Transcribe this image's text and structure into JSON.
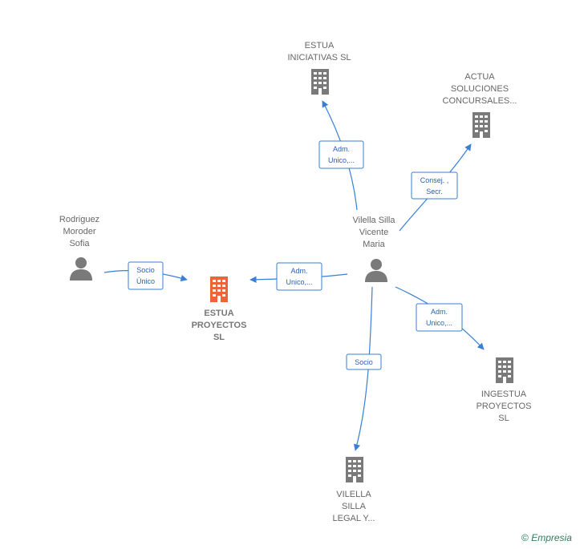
{
  "nodes": {
    "estua_iniciativas": {
      "type": "company",
      "lines": [
        "ESTUA",
        "INICIATIVAS  SL"
      ]
    },
    "actua_soluciones": {
      "type": "company",
      "lines": [
        "ACTUA",
        "SOLUCIONES",
        "CONCURSALES..."
      ]
    },
    "vilella_silla": {
      "type": "person",
      "lines": [
        "Vilella Silla",
        "Vicente",
        "Maria"
      ]
    },
    "rodriguez_moroder": {
      "type": "person",
      "lines": [
        "Rodriguez",
        "Moroder",
        "Sofia"
      ]
    },
    "estua_proyectos": {
      "type": "company",
      "highlight": true,
      "lines": [
        "ESTUA",
        "PROYECTOS",
        "SL"
      ]
    },
    "ingestua_proyectos": {
      "type": "company",
      "lines": [
        "INGESTUA",
        "PROYECTOS",
        "SL"
      ]
    },
    "vilella_silla_legal": {
      "type": "company",
      "lines": [
        "VILELLA",
        "SILLA",
        "LEGAL Y..."
      ]
    }
  },
  "edges": {
    "vilella_to_iniciativas": [
      "Adm.",
      "Unico,..."
    ],
    "vilella_to_actua": [
      "Consej. ,",
      "Secr."
    ],
    "vilella_to_proyectos": [
      "Adm.",
      "Unico,..."
    ],
    "rodriguez_to_proyectos": [
      "Socio",
      "Único"
    ],
    "vilella_to_ingestua": [
      "Adm.",
      "Unico,..."
    ],
    "vilella_to_legal": [
      "Socio"
    ]
  },
  "colors": {
    "edge": "#3a7fd5",
    "company": "#7a7a7a",
    "highlight": "#f0623a",
    "person": "#7a7a7a"
  },
  "watermark": {
    "symbol": "©",
    "brand": "Empresia"
  }
}
